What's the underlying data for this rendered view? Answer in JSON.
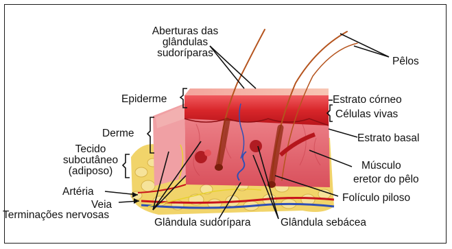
{
  "figure": {
    "labels": {
      "aberturas": [
        "Aberturas das",
        "glândulas",
        "sudoríparas"
      ],
      "pelos": "Pêlos",
      "epiderme": "Epiderme",
      "estrato_corneo": "Estrato córneo",
      "celulas_vivas": "Células vivas",
      "estrato_basal": "Estrato basal",
      "derme": "Derme",
      "tecido": [
        "Tecido",
        "subcutâneo",
        "(adiposo)"
      ],
      "musculo": [
        "Músculo",
        "eretor do pêlo"
      ],
      "foliculo": "Folículo piloso",
      "arteria": "Artéria",
      "veia": "Veia",
      "terminacoes": "Terminações nervosas",
      "glandula_sudoripara": "Glândula sudorípara",
      "glandula_sebacea": "Glândula sebácea"
    },
    "colors": {
      "epidermis": "#d8262a",
      "dermis": "#e8717a",
      "fat": "#f1d46a",
      "artery": "#c8141c",
      "vein": "#2f4fb5",
      "hair": "#b5541e"
    }
  }
}
